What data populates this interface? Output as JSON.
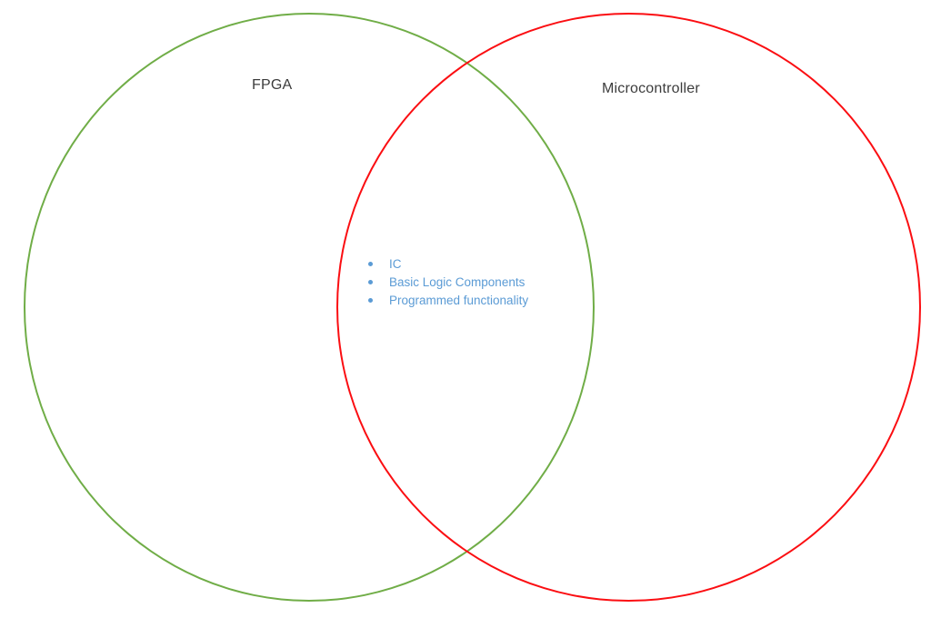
{
  "venn": {
    "background_color": "#FFFFFF",
    "left_circle": {
      "label": "FPGA",
      "stroke_color": "#70AD47"
    },
    "right_circle": {
      "label": "Microcontroller",
      "stroke_color": "#FB0E12"
    },
    "label_text_color": "#3C3C3C",
    "intersection": {
      "bullet_color": "#5B9BD5",
      "text_color": "#5B9BD5",
      "items": [
        "IC",
        "Basic Logic Components",
        "Programmed functionality"
      ]
    }
  }
}
